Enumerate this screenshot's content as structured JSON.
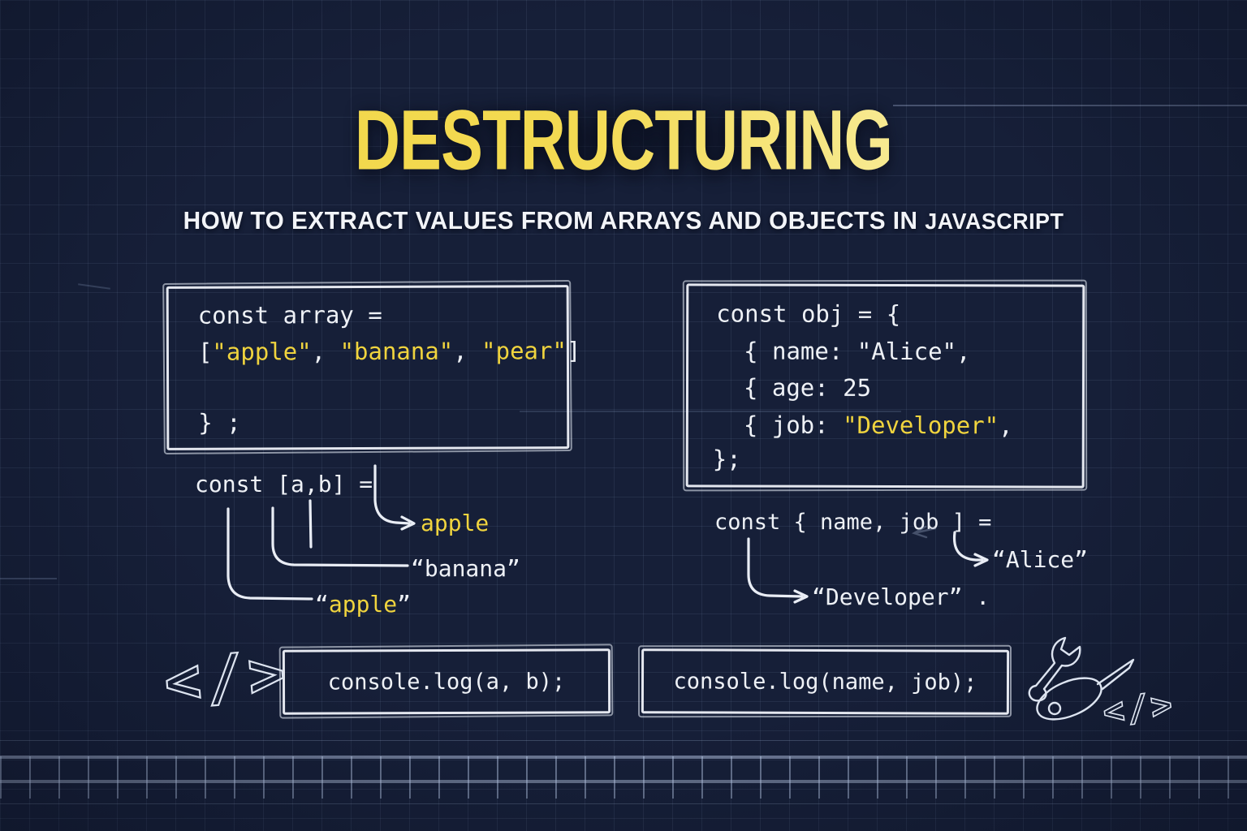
{
  "title": "DESTRUCTURING",
  "subtitle_main": "HOW TO EXTRACT VALUES FROM ARRAYS AND OBJECTS IN ",
  "subtitle_emphasis": "JAVASCRIPT",
  "colors": {
    "background": "#161f38",
    "grid_line": "#96acd7",
    "accent_yellow": "#f0d43e",
    "title_gradient_start": "#f2d748",
    "title_gradient_end": "#f8f0b6",
    "text_white": "#eef1f6",
    "sketch_stroke": "#e9edf5"
  },
  "array_box": {
    "declaration": "const array =",
    "open_bracket": "[",
    "item1": "\"apple\"",
    "separator1": ", ",
    "item2": "\"banana\"",
    "separator2": ", ",
    "item3": "\"pear\"",
    "close_bracket": "]",
    "closer": "} ;"
  },
  "object_box": {
    "line1": "const obj = {",
    "line2_key": "{ name: ",
    "line2_value": "\"Alice\",",
    "line3": "{ age: 25",
    "line4_key": "{ job: ",
    "line4_value": "\"Developer\"",
    "line4_comma": ",",
    "line5": "};"
  },
  "array_destructuring": {
    "code": "const [a,b] =",
    "value_a": "apple",
    "value_b": "“banana”",
    "value_a2_open_quote": "“",
    "value_a2_word": "apple",
    "value_a2_close_quote": "”"
  },
  "object_destructuring": {
    "code": "const { name, job ] =",
    "value_name": "“Alice”",
    "value_job": "“Developer” ."
  },
  "console_boxes": {
    "left": "console.log(a, b);",
    "right": "console.log(name, job);"
  },
  "icons": {
    "code_tag": "</>",
    "code_tag_small": "</>"
  }
}
